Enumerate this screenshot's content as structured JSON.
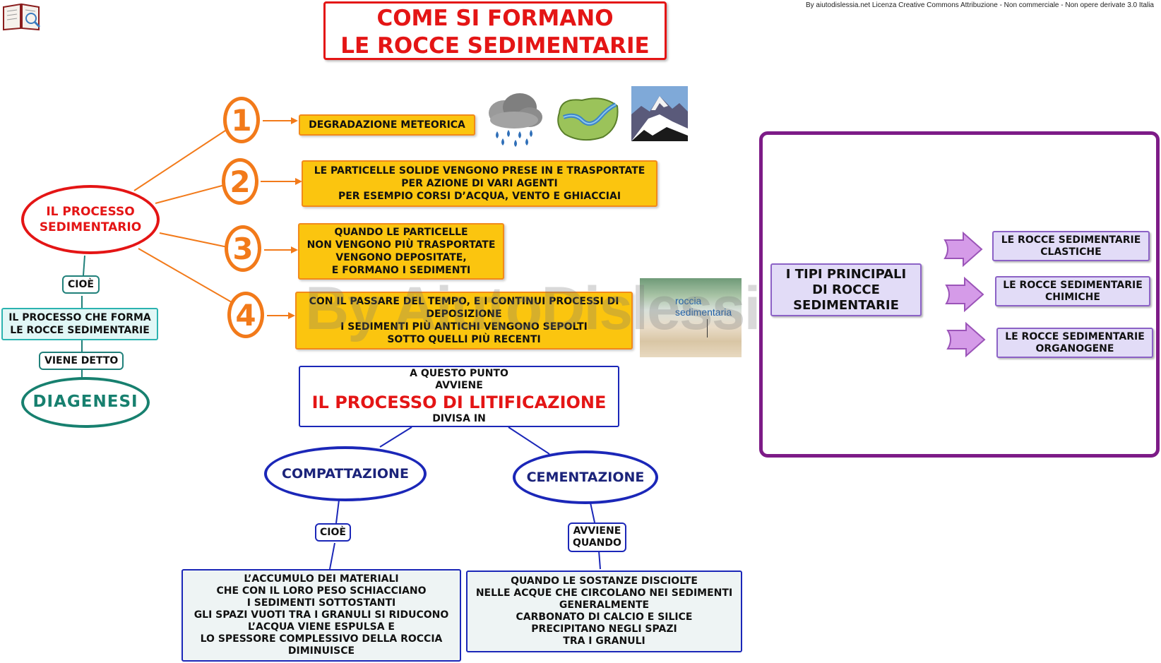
{
  "title": {
    "line1": "COME SI FORMANO",
    "line2": "LE ROCCE SEDIMENTARIE"
  },
  "license": "By aiutodislessia.net Licenza Creative Commons Attribuzione - Non commerciale - Non opere derivate 3.0 Italia",
  "watermark": "By AiutoDislessia.net",
  "left": {
    "process": {
      "line1": "IL PROCESSO",
      "line2": "SEDIMENTARIO"
    },
    "link1": "CIOÈ",
    "definition": {
      "line1": "IL PROCESSO CHE FORMA",
      "line2": "LE ROCCE SEDIMENTARIE"
    },
    "link2": "VIENE DETTO",
    "result": "DIAGENESI"
  },
  "steps": [
    {
      "number": "1",
      "lines": [
        "DEGRADAZIONE METEORICA"
      ]
    },
    {
      "number": "2",
      "lines": [
        "LE PARTICELLE SOLIDE VENGONO PRESE IN E TRASPORTATE",
        "PER AZIONE DI VARI AGENTI",
        "PER ESEMPIO CORSI D’ACQUA, VENTO E GHIACCIAI"
      ]
    },
    {
      "number": "3",
      "lines": [
        "QUANDO LE PARTICELLE",
        "NON VENGONO PIÙ TRASPORTATE",
        "VENGONO DEPOSITATE,",
        "E FORMANO I SEDIMENTI"
      ]
    },
    {
      "number": "4",
      "lines": [
        "CON IL PASSARE DEL TEMPO, E I CONTINUI PROCESSI DI",
        "DEPOSIZIONE",
        "I SEDIMENTI PIÙ ANTICHI VENGONO SEPOLTI",
        "SOTTO QUELLI PIÙ RECENTI"
      ]
    }
  ],
  "photo_label": {
    "line1": "roccia",
    "line2": "sedimentaria"
  },
  "lithification": {
    "line1": "A QUESTO PUNTO",
    "line2": "AVVIENE",
    "main": "IL PROCESSO DI LITIFICAZIONE",
    "line3": "DIVISA IN"
  },
  "compaction": {
    "name": "COMPATTAZIONE",
    "link": "CIOÈ",
    "lines": [
      "L’ACCUMULO DEI MATERIALI",
      "CHE CON IL LORO PESO SCHIACCIANO",
      "I SEDIMENTI  SOTTOSTANTI",
      "GLI SPAZI VUOTI TRA I GRANULI SI RIDUCONO",
      "L’ACQUA VIENE ESPULSA E",
      "LO SPESSORE COMPLESSIVO DELLA ROCCIA",
      "DIMINUISCE"
    ]
  },
  "cementation": {
    "name": "CEMENTAZIONE",
    "link": {
      "line1": "AVVIENE",
      "line2": "QUANDO"
    },
    "lines": [
      "QUANDO LE SOSTANZE DISCIOLTE",
      "NELLE ACQUE CHE CIRCOLANO NEI SEDIMENTI",
      "GENERALMENTE",
      "CARBONATO DI CALCIO E SILICE",
      "PRECIPITANO NEGLI SPAZI",
      "TRA I GRANULI"
    ]
  },
  "types": {
    "main": {
      "line1": "I TIPI PRINCIPALI",
      "line2": "DI ROCCE",
      "line3": "SEDIMENTARIE"
    },
    "items": [
      {
        "line1": "LE ROCCE SEDIMENTARIE",
        "line2": "CLASTICHE"
      },
      {
        "line1": "LE ROCCE SEDIMENTARIE",
        "line2": "CHIMICHE"
      },
      {
        "line1": "LE ROCCE SEDIMENTARIE",
        "line2": "ORGANOGENE"
      }
    ]
  },
  "icons": [
    "book-logo-icon",
    "rain-cloud-icon",
    "river-map-icon",
    "mountain-icon",
    "sediment-photo"
  ],
  "colors": {
    "red": "#e41515",
    "orange": "#f27a1a",
    "yellow": "#fbc50f",
    "teal": "#17806f",
    "blue": "#1b27b8",
    "purple": "#7d1b87",
    "lavender": "#e2dcf7"
  }
}
